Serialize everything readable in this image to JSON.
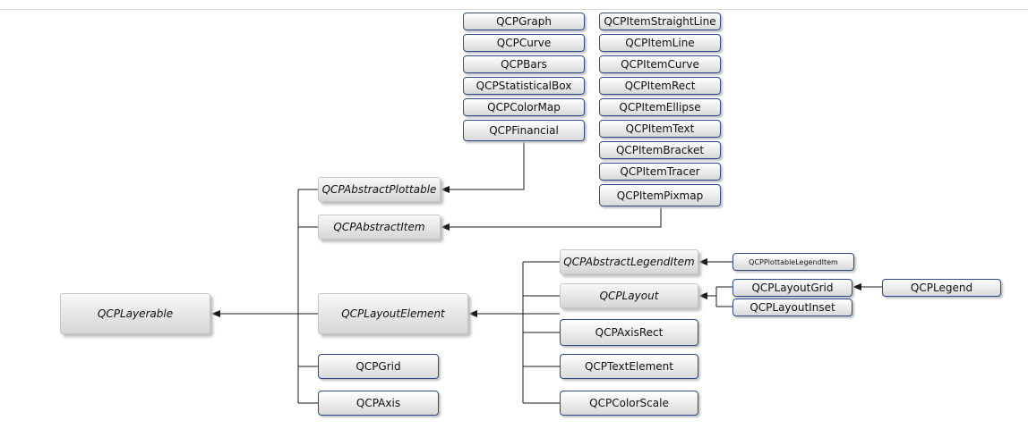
{
  "diagram": {
    "nodes": {
      "layerable": "QCPLayerable",
      "abstract_plottable": "QCPAbstractPlottable",
      "abstract_item": "QCPAbstractItem",
      "layout_element": "QCPLayoutElement",
      "grid": "QCPGrid",
      "axis": "QCPAxis",
      "graph": "QCPGraph",
      "curve": "QCPCurve",
      "bars": "QCPBars",
      "statistical_box": "QCPStatisticalBox",
      "color_map": "QCPColorMap",
      "financial": "QCPFinancial",
      "item_straight_line": "QCPItemStraightLine",
      "item_line": "QCPItemLine",
      "item_curve": "QCPItemCurve",
      "item_rect": "QCPItemRect",
      "item_ellipse": "QCPItemEllipse",
      "item_text": "QCPItemText",
      "item_bracket": "QCPItemBracket",
      "item_tracer": "QCPItemTracer",
      "item_pixmap": "QCPItemPixmap",
      "abstract_legend_item": "QCPAbstractLegendItem",
      "plottable_legend_item": "QCPPlottableLegendItem",
      "layout": "QCPLayout",
      "layout_grid": "QCPLayoutGrid",
      "layout_inset": "QCPLayoutInset",
      "legend": "QCPLegend",
      "axis_rect": "QCPAxisRect",
      "text_element": "QCPTextElement",
      "color_scale": "QCPColorScale"
    }
  },
  "colors": {
    "edge": "#1a1a1a",
    "node_border": "#2d4a8a",
    "abstract_border": "#c6c6c6"
  }
}
